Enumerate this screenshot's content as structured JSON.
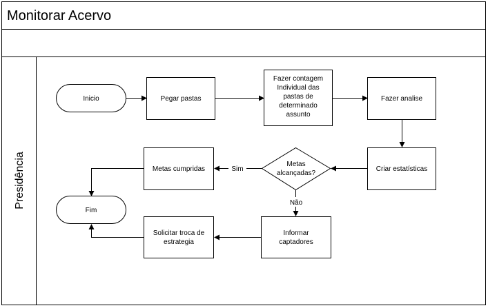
{
  "diagram": {
    "title": "Monitorar Acervo",
    "lane_label": "Presidência",
    "nodes": {
      "inicio": "Inicio",
      "pegar_pastas": "Pegar pastas",
      "fazer_contagem": [
        "Fazer contagem",
        "Individual das",
        "pastas de",
        "determinado",
        "assunto"
      ],
      "fazer_analise": "Fazer analise",
      "criar_estatisticas": "Criar estatísticas",
      "metas_decisao": [
        "Metas",
        "alcançadas?"
      ],
      "metas_cumpridas": "Metas cumpridas",
      "fim": "Fim",
      "informar_captadores": [
        "Informar",
        "captadores"
      ],
      "solicitar_troca": [
        "Solicitar troca de",
        "estrategia"
      ]
    },
    "edge_labels": {
      "sim": "Sim",
      "nao": "Não"
    }
  }
}
